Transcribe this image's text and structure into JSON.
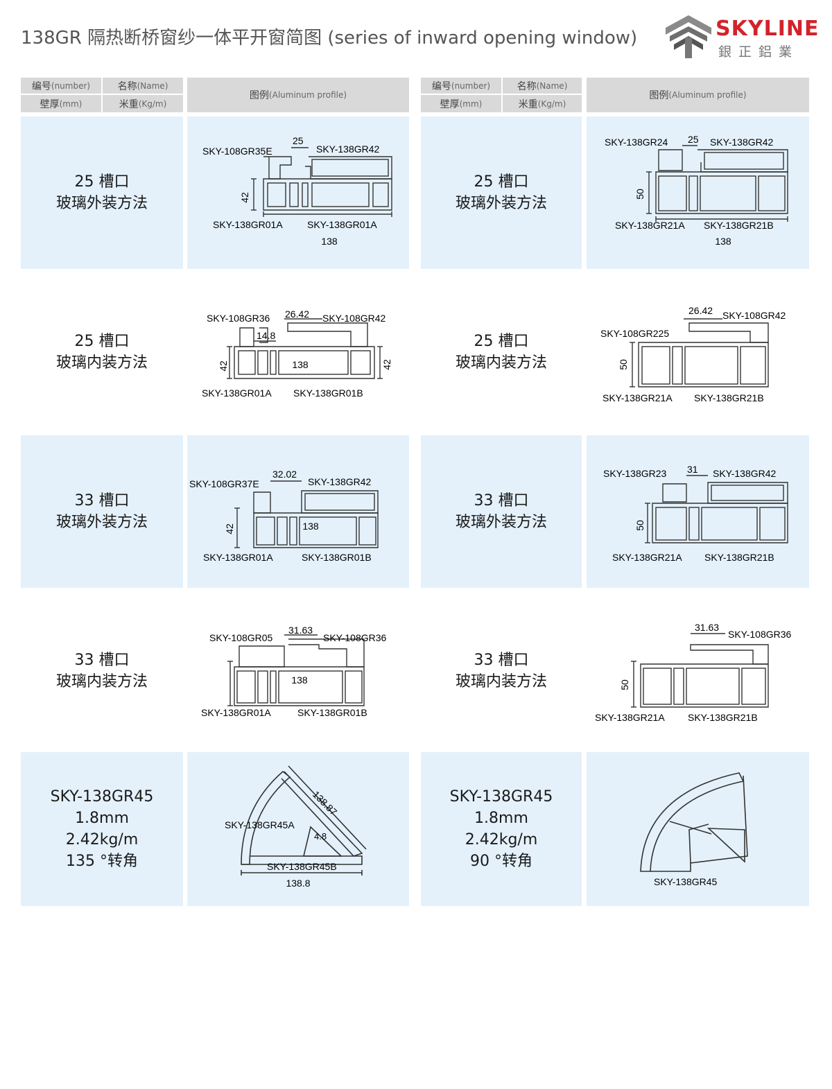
{
  "title": "138GR 隔热断桥窗纱一体平开窗简图 (series of inward opening window)",
  "logo": {
    "text_en": "SKYLINE",
    "text_cn": "銀正鋁業"
  },
  "header": {
    "number": "编号",
    "number_en": "(number)",
    "name": "名称",
    "name_en": "(Name)",
    "thickness": "壁厚",
    "thickness_en": "(mm)",
    "weight": "米重",
    "weight_en": "(Kg/m)",
    "figure": "图例",
    "figure_en": "(Aluminum profile)"
  },
  "rows": [
    {
      "left": {
        "slot": "25 槽口",
        "method": "玻璃外装方法",
        "labels": {
          "tl": "SKY-108GR35E",
          "tr": "SKY-138GR42",
          "bl": "SKY-138GR01A",
          "br": "SKY-138GR01A",
          "dim_top": "25",
          "dim_side": "42",
          "dim_bottom": "138"
        }
      },
      "right": {
        "slot": "25 槽口",
        "method": "玻璃外装方法",
        "labels": {
          "tl": "SKY-138GR24",
          "tr": "SKY-138GR42",
          "bl": "SKY-138GR21A",
          "br": "SKY-138GR21B",
          "dim_top": "25",
          "dim_side": "50",
          "dim_bottom": "138"
        }
      }
    },
    {
      "left": {
        "slot": "25 槽口",
        "method": "玻璃内装方法",
        "labels": {
          "tl": "SKY-108GR36",
          "tr": "SKY-108GR42",
          "bl": "SKY-138GR01A",
          "br": "SKY-138GR01B",
          "dim_top": "26.42",
          "dim_inner": "14.8",
          "dim_side": "42",
          "dim_side_r": "42",
          "dim_mid": "138"
        }
      },
      "right": {
        "slot": "25 槽口",
        "method": "玻璃内装方法",
        "labels": {
          "tl": "SKY-108GR225",
          "tr": "SKY-108GR42",
          "bl": "SKY-138GR21A",
          "br": "SKY-138GR21B",
          "dim_top": "26.42",
          "dim_side": "50"
        }
      }
    },
    {
      "left": {
        "slot": "33 槽口",
        "method": "玻璃外装方法",
        "labels": {
          "tl": "SKY-108GR37E",
          "tr": "SKY-138GR42",
          "bl": "SKY-138GR01A",
          "br": "SKY-138GR01B",
          "dim_top": "32.02",
          "dim_side": "42",
          "dim_mid": "138"
        }
      },
      "right": {
        "slot": "33 槽口",
        "method": "玻璃外装方法",
        "labels": {
          "tl": "SKY-138GR23",
          "tr": "SKY-138GR42",
          "bl": "SKY-138GR21A",
          "br": "SKY-138GR21B",
          "dim_top": "31",
          "dim_side": "50"
        }
      }
    },
    {
      "left": {
        "slot": "33 槽口",
        "method": "玻璃内装方法",
        "labels": {
          "tl": "SKY-108GR05",
          "tr": "SKY-108GR36",
          "bl": "SKY-138GR01A",
          "br": "SKY-138GR01B",
          "dim_top": "31.63",
          "dim_mid": "138"
        }
      },
      "right": {
        "slot": "33 槽口",
        "method": "玻璃内装方法",
        "labels": {
          "tr": "SKY-108GR36",
          "bl": "SKY-138GR21A",
          "br": "SKY-138GR21B",
          "dim_top": "31.63",
          "dim_side": "50"
        }
      }
    }
  ],
  "corners": [
    {
      "code": "SKY-138GR45",
      "thickness": "1.8mm",
      "weight": "2.42kg/m",
      "angle": "135 °转角",
      "labels": {
        "a": "SKY-138GR45A",
        "b": "SKY-138GR45B",
        "dim_arc": "138.87",
        "dim_inner": "4.8",
        "dim_bottom": "138.8"
      }
    },
    {
      "code": "SKY-138GR45",
      "thickness": "1.8mm",
      "weight": "2.42kg/m",
      "angle": "90 °转角",
      "labels": {
        "a": "SKY-138GR45"
      }
    }
  ]
}
